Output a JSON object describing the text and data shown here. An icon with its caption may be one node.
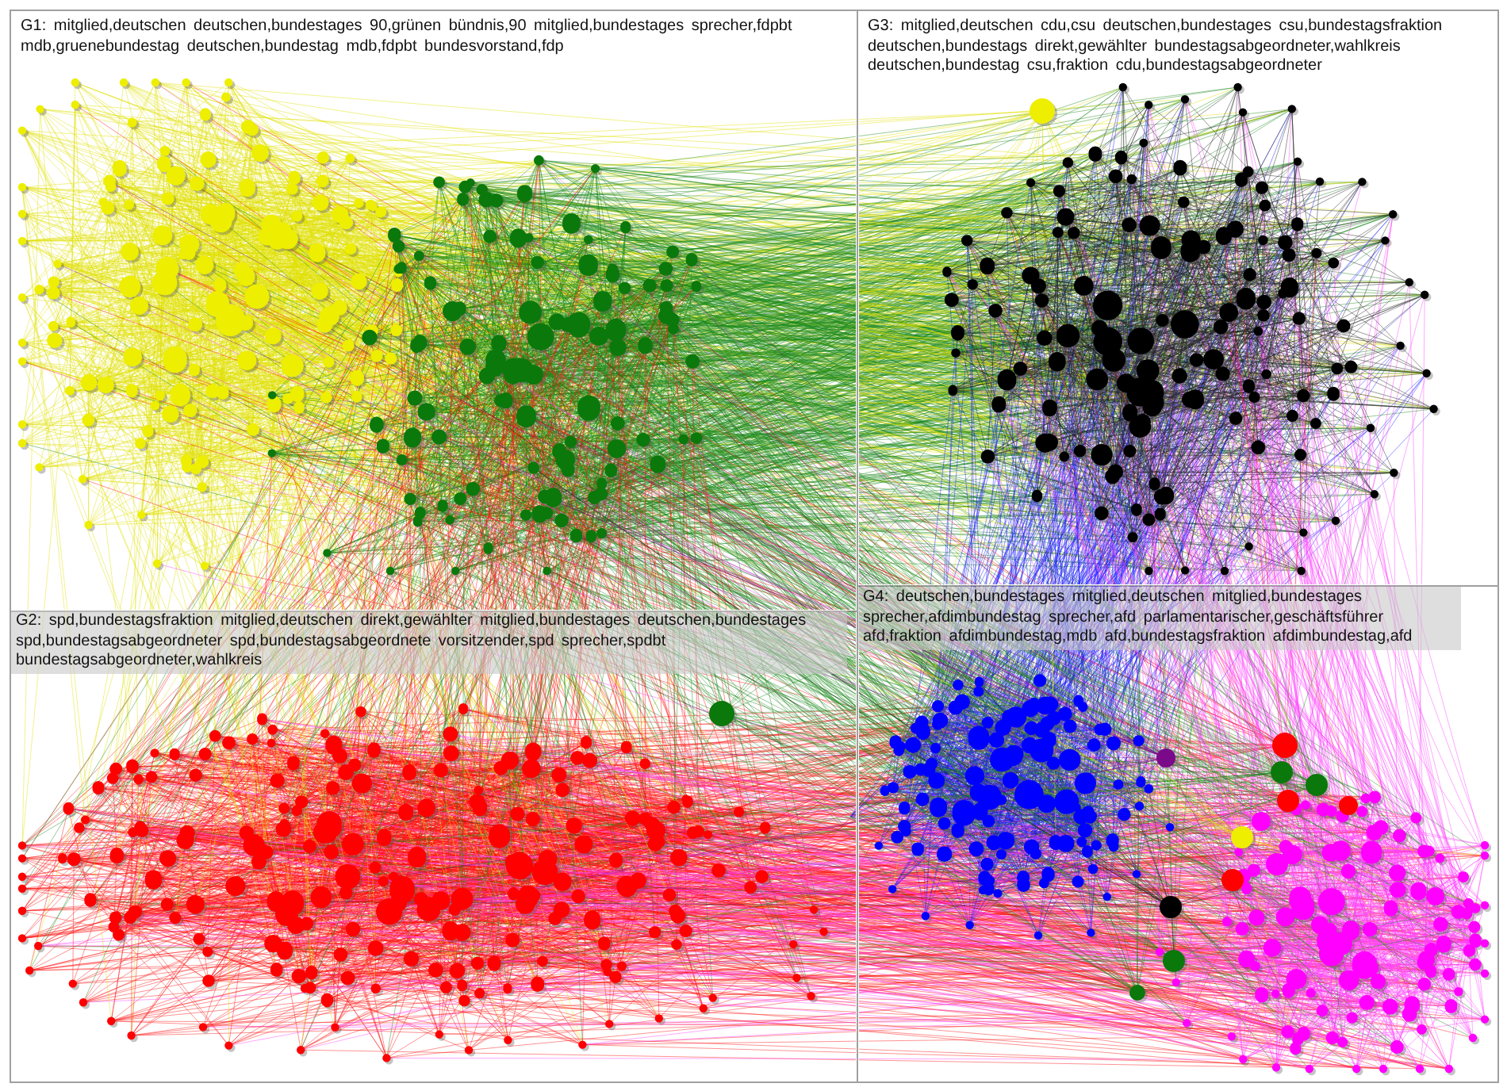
{
  "diagram": {
    "nodes": [
      {
        "text": [
          "G1: mitglied,deutschen deutschen,bundestages 90,grünen bündnis,90 mitglied,bundestages sprecher,fdpbt mdb,gruenebundestag deutschen,bundestag mdb,fdpbt bundesvorstand,fdp"
        ]
      },
      {
        "text": [
          "G3: mitglied,deutschen cdu,csu deutschen,bundestages csu,bundestagsfraktion deutschen,bundestags direkt,gewählter bundestagsabgeordneter,wahlkreis deutschen,bundestag csu,fraktion cdu,bundestagsabgeordneter"
        ]
      },
      {
        "text": [
          "G2: spd,bundestagsfraktion mitglied,deutschen direkt,gewählter mitglied,bundestages deutschen,bundestages spd,bundestagsabgeordneter spd,bundestagsabgeordnete vorsitzender,spd sprecher,spdbt bundestagsabgeordneter,wahlkreis"
        ]
      },
      {
        "text": [
          "G4: deutschen,bundestages mitglied,deutschen mitglied,bundestages sprecher,afdimbundestag sprecher,afd parlamentarischer,geschäftsführer afd,fraktion afdimbundestag,mdb afd,bundestagsfraktion afdimbundestag,afd"
        ]
      }
    ]
  }
}
